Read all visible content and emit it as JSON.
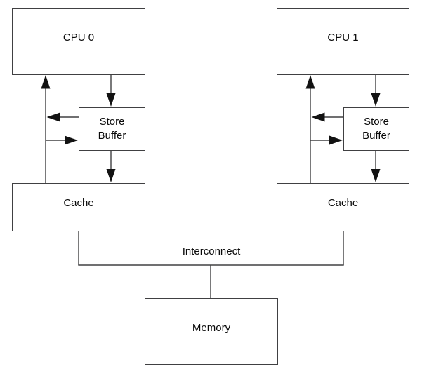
{
  "diagram": {
    "type": "block-diagram",
    "colors": {
      "line_color": "#404042",
      "arrow_color": "#121212",
      "text_color": "#0a0a0a",
      "box_fill": "#ffffff",
      "background": "#ffffff"
    },
    "nodes": {
      "cpu0": {
        "label": "CPU 0"
      },
      "cpu1": {
        "label": "CPU 1"
      },
      "store_buffer0": {
        "label": "Store Buffer"
      },
      "store_buffer1": {
        "label": "Store Buffer"
      },
      "cache0": {
        "label": "Cache"
      },
      "cache1": {
        "label": "Cache"
      },
      "memory": {
        "label": "Memory"
      }
    },
    "labels": {
      "interconnect": "Interconnect"
    },
    "edges": [
      {
        "from": "cpu0",
        "to": "store_buffer0",
        "arrow": "down"
      },
      {
        "from": "store_buffer0",
        "to": "cache0",
        "arrow": "down"
      },
      {
        "from": "cache0",
        "to": "cpu0",
        "arrow": "up"
      },
      {
        "from": "store_buffer0",
        "to": "cpu0_cache0_path",
        "arrow": "left"
      },
      {
        "from": "cpu0_cache0_path",
        "to": "store_buffer0",
        "arrow": "right"
      },
      {
        "from": "cpu1",
        "to": "store_buffer1",
        "arrow": "down"
      },
      {
        "from": "store_buffer1",
        "to": "cache1",
        "arrow": "down"
      },
      {
        "from": "cache1",
        "to": "cpu1",
        "arrow": "up"
      },
      {
        "from": "store_buffer1",
        "to": "cpu1_cache1_path",
        "arrow": "left"
      },
      {
        "from": "cpu1_cache1_path",
        "to": "store_buffer1",
        "arrow": "right"
      },
      {
        "from": "cache0",
        "to": "interconnect",
        "arrow": "none"
      },
      {
        "from": "cache1",
        "to": "interconnect",
        "arrow": "none"
      },
      {
        "from": "interconnect",
        "to": "memory",
        "arrow": "none"
      }
    ]
  }
}
